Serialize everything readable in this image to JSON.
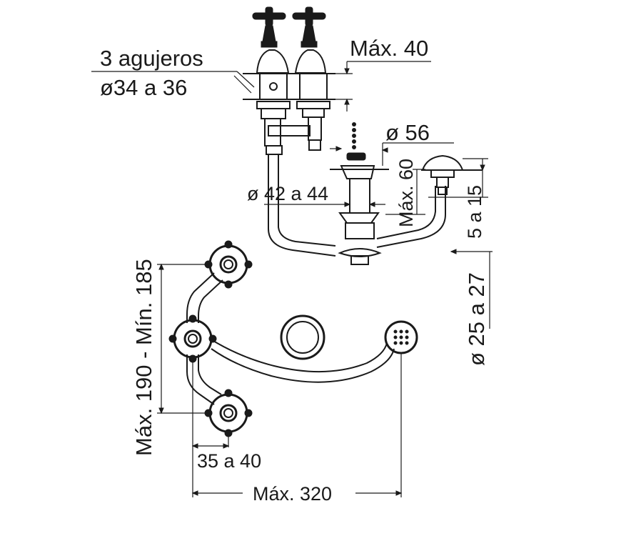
{
  "labels": {
    "holes_count": "3 agujeros",
    "holes_diameter": "ø34 a 36",
    "max_thickness": "Máx. 40",
    "drain_diameter": "ø 56",
    "drain_hole": "ø 42 a 44",
    "max_drain_height": "Máx. 60",
    "pop_up_range": "5 a 15",
    "pop_up_hole": "ø 25 a 27",
    "handle_spacing": "Máx. 190 - Mín. 185",
    "offset": "35 a 40",
    "max_width": "Máx. 320"
  }
}
